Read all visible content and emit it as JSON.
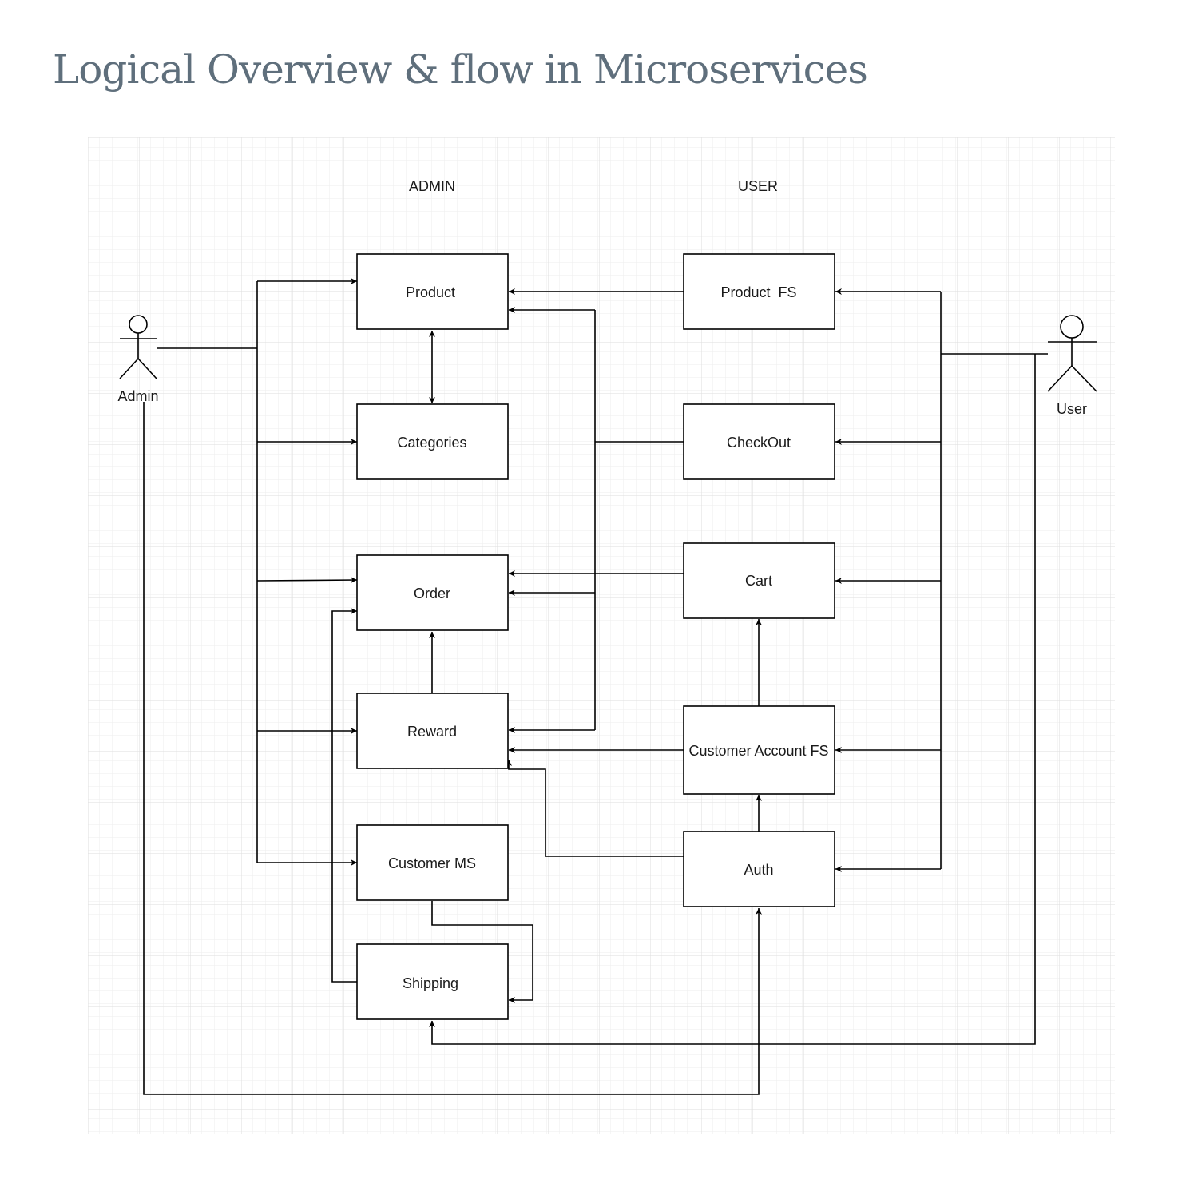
{
  "title": "Logical Overview & flow in Microservices",
  "lanes": {
    "admin": "ADMIN",
    "user": "USER"
  },
  "actors": {
    "admin": "Admin",
    "user": "User"
  },
  "services": {
    "product": "Product",
    "categories": "Categories",
    "order": "Order",
    "reward": "Reward",
    "customer_ms": "Customer MS",
    "shipping": "Shipping",
    "product_fs": "Product  FS",
    "checkout": "CheckOut",
    "cart": "Cart",
    "customer_account_fs": "Customer Account FS",
    "auth": "Auth"
  },
  "colors": {
    "title": "#5f6f7c",
    "grid_minor": "#eeeeee",
    "grid_major": "#dddddd",
    "stroke": "#000000"
  }
}
